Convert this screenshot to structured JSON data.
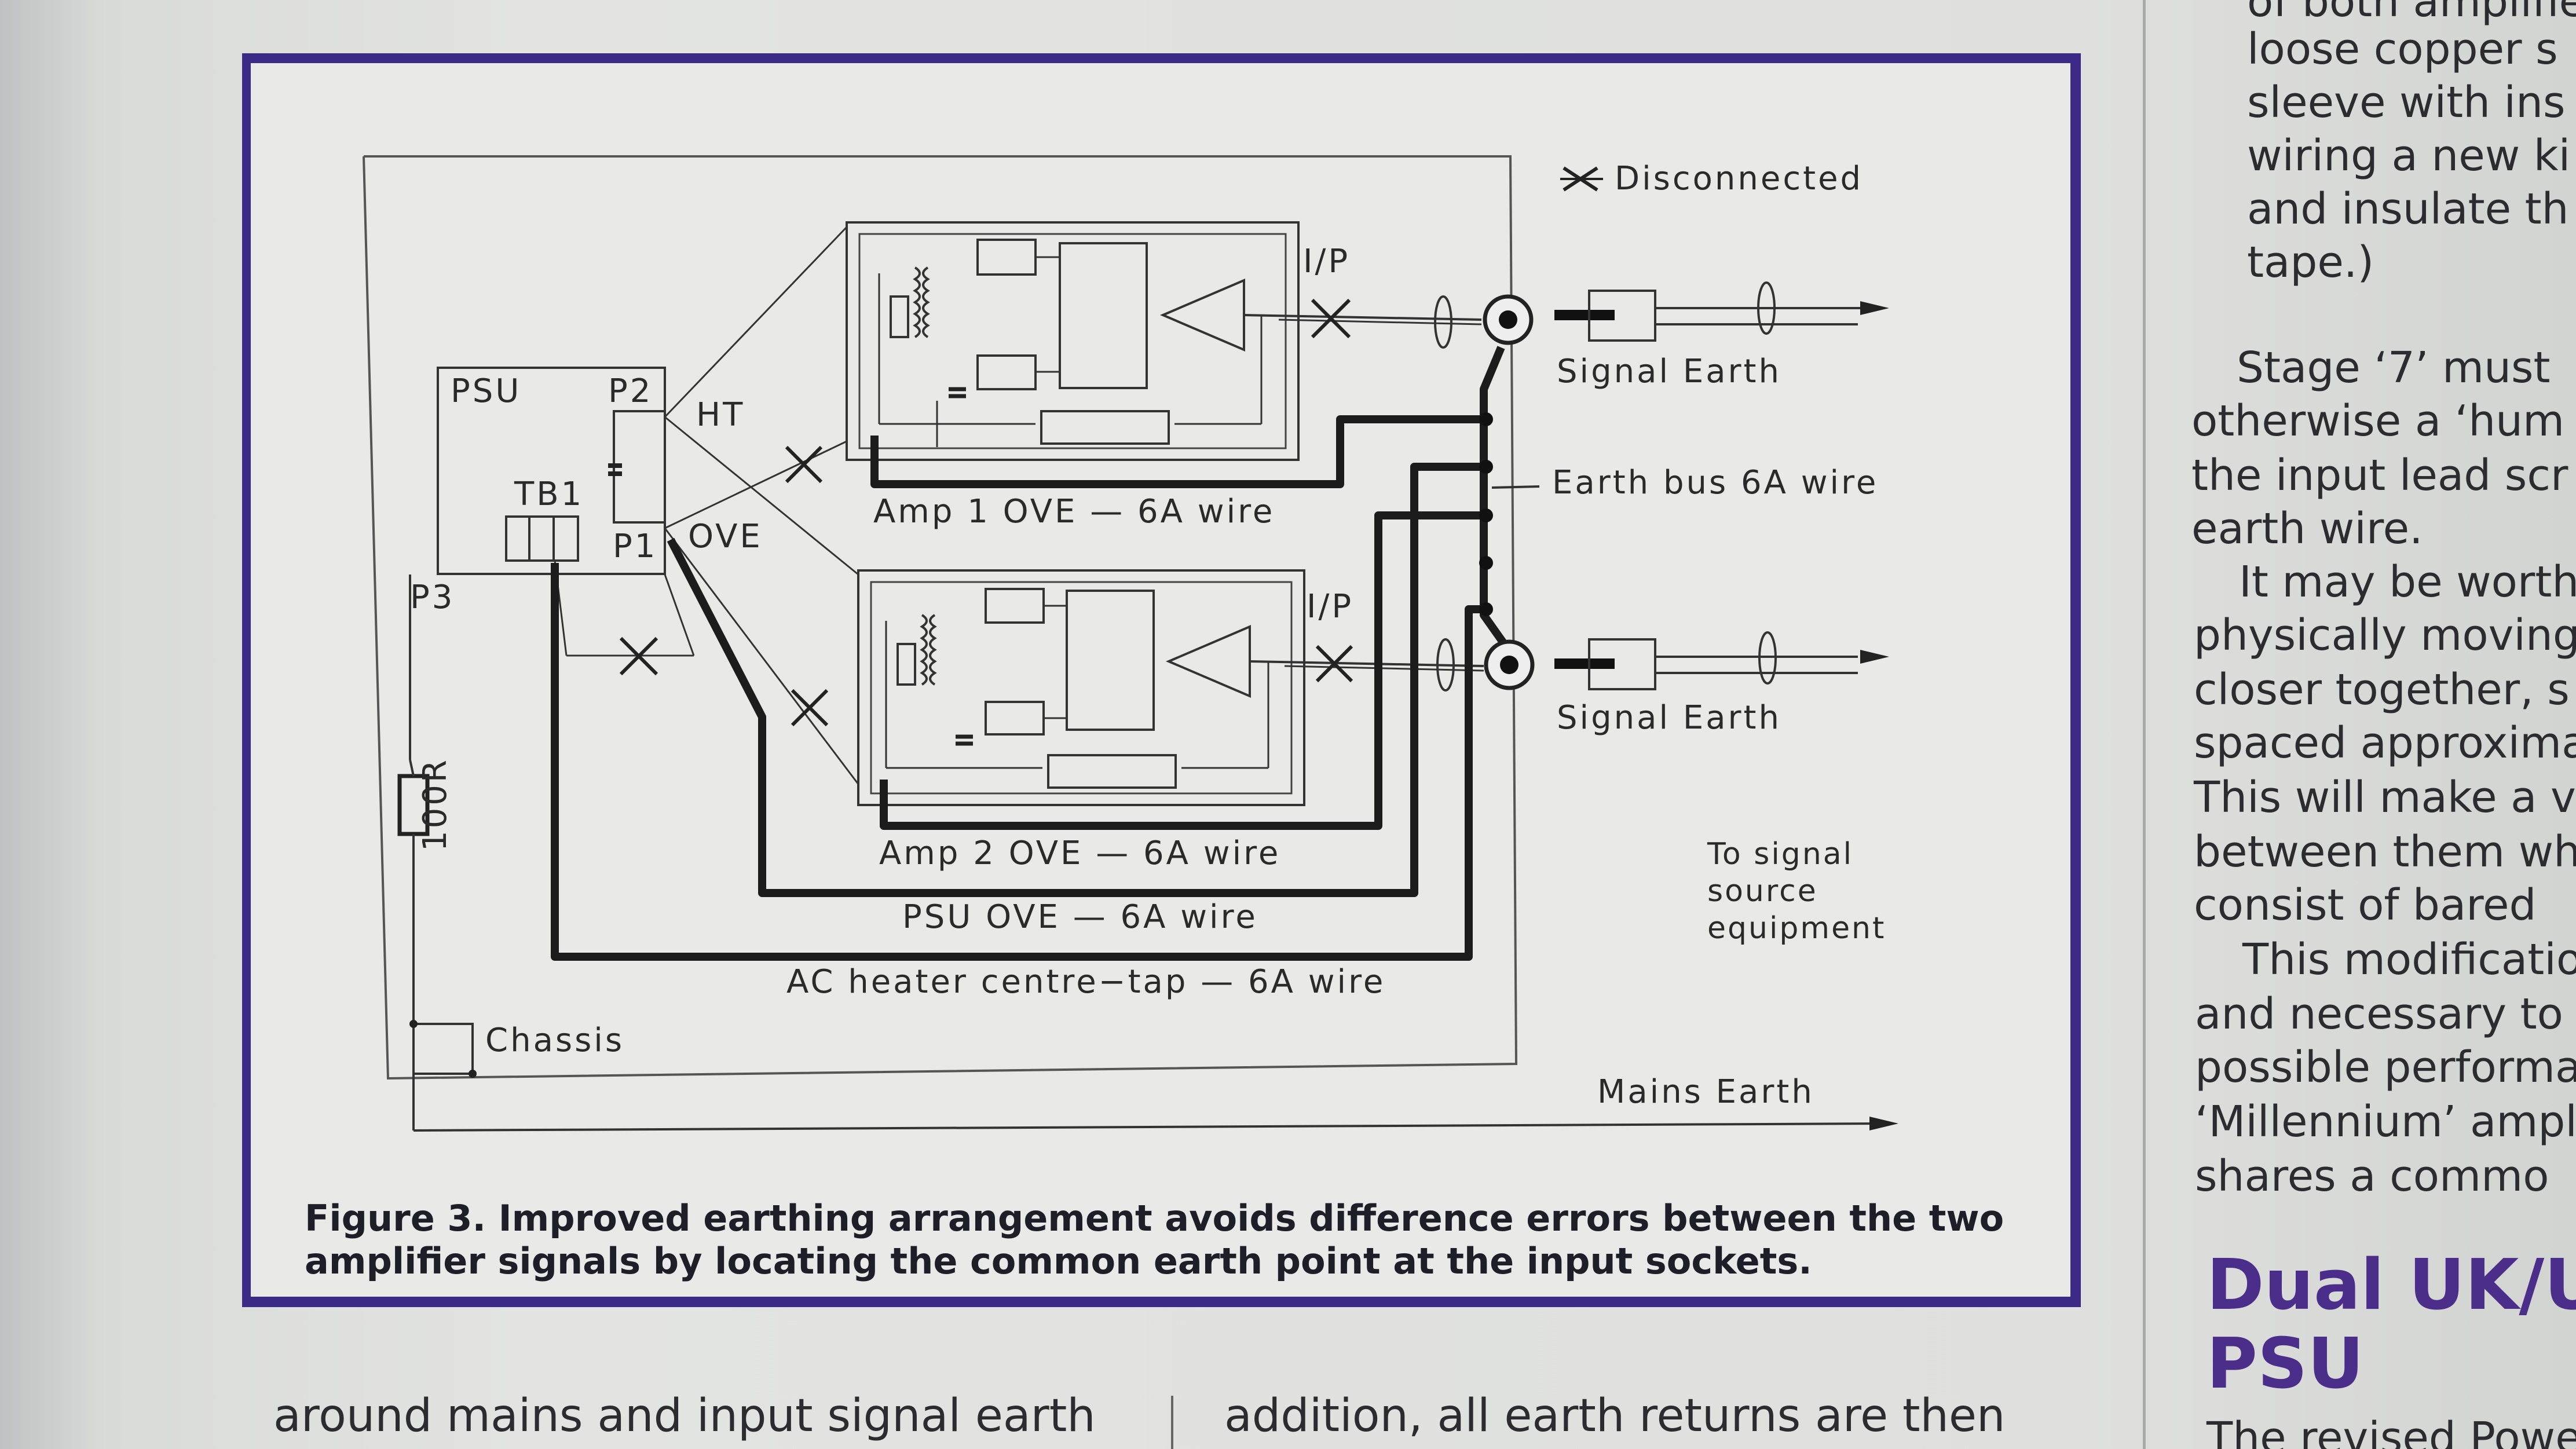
{
  "figure": {
    "legend_disconnected": "Disconnected",
    "labels": {
      "psu": "PSU",
      "p2": "P2",
      "ht": "HT",
      "tb1": "TB1",
      "p1": "P1",
      "ove": "OVE",
      "p3": "P3",
      "r100": "100R",
      "ip_top": "I/P",
      "ip_bottom": "I/P",
      "signal_earth_top": "Signal  Earth",
      "signal_earth_bottom": "Signal  Earth",
      "earth_bus": "Earth  bus  6A  wire",
      "amp1_ove": "Amp  1  OVE  —  6A  wire",
      "amp2_ove": "Amp  2  OVE  —  6A  wire",
      "psu_ove": "PSU  OVE  —  6A  wire",
      "heater": "AC  heater  centre−tap  —  6A  wire",
      "to_signal_1": "To  signal",
      "to_signal_2": "source",
      "to_signal_3": "equipment",
      "chassis": "Chassis",
      "mains_earth": "Mains  Earth"
    },
    "caption_line1": "Figure 3. Improved earthing arrangement avoids difference errors between the two",
    "caption_line2": "amplifier signals by locating the common earth point at the input sockets."
  },
  "bottom": {
    "left": "around mains and input signal earth",
    "right": "addition, all earth returns are then"
  },
  "right_column": {
    "lines": [
      "of both amplifie",
      "loose copper s",
      "sleeve with ins",
      "wiring a new ki",
      "and insulate th",
      "tape.)",
      "Stage ‘7’ must",
      "otherwise a ‘hum",
      "the input lead scr",
      "earth wire.",
      "It may be worth",
      "physically moving",
      "closer together, s",
      "spaced approxima",
      "This will make a v",
      "between them wh",
      "consist of bared",
      "This modificatio",
      "and necessary to",
      "possible performa",
      "‘Millennium’ ampl",
      "shares a commo"
    ],
    "heading_line1": "Dual UK/US",
    "heading_line2": "PSU",
    "last_line": "The revised Powe"
  },
  "colors": {
    "frame": "#3b2a86",
    "heading": "#4b2e8a",
    "ink": "#2a2a2a"
  }
}
